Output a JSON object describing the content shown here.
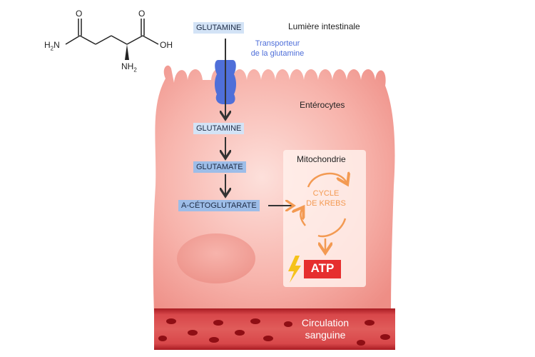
{
  "molecule": {
    "left_group": "H2N",
    "left_group_sub": "2",
    "left_group_main": "H",
    "left_group_tail": "N",
    "right_group": "OH",
    "bottom_group_main": "NH",
    "bottom_group_sub": "2",
    "o_top_left": "O",
    "o_top_right": "O"
  },
  "labels": {
    "lumen": "Lumière intestinale",
    "transporter_line1": "Transporteur",
    "transporter_line2": "de la glutamine",
    "enterocytes": "Entérocytes",
    "mitochondria": "Mitochondrie",
    "krebs_line1": "CYCLE",
    "krebs_line2": "DE KREBS",
    "atp": "ATP",
    "blood_line1": "Circulation",
    "blood_line2": "sanguine"
  },
  "pathway": [
    {
      "label": "GLUTAMINE"
    },
    {
      "label": "GLUTAMINE"
    },
    {
      "label": "GLUTAMATE"
    },
    {
      "label": "A-CÉTOGLUTARATE"
    }
  ],
  "colors": {
    "cell": "#f4a39c",
    "cell_light": "#fcd3cc",
    "mito": "#fff1ec",
    "box_light": "#d3e3f6",
    "box_dark": "#9dbde8",
    "transporter": "#4f6fd9",
    "krebs": "#f39a52",
    "atp_bg": "#e62e2e",
    "lightning": "#f5c21b",
    "blood": "#c92e33",
    "rbc": "#8f0e14"
  },
  "icons": [
    "lightning-icon",
    "transporter-icon",
    "arrow-down-icon",
    "arrow-right-icon",
    "cycle-arrows-icon"
  ]
}
